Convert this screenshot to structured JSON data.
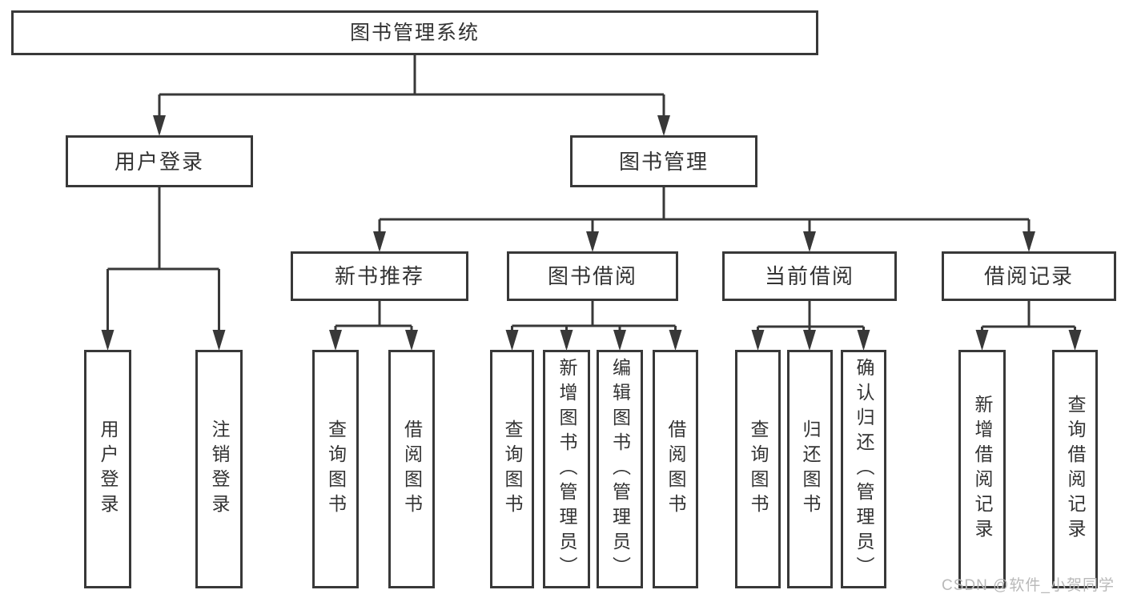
{
  "tree": {
    "label": "图书管理系统",
    "children": [
      {
        "label": "用户登录",
        "children": [
          {
            "label": "用户登录"
          },
          {
            "label": "注销登录"
          }
        ]
      },
      {
        "label": "图书管理",
        "children": [
          {
            "label": "新书推荐",
            "children": [
              {
                "label": "查询图书"
              },
              {
                "label": "借阅图书"
              }
            ]
          },
          {
            "label": "图书借阅",
            "children": [
              {
                "label": "查询图书"
              },
              {
                "label": "新增图书（管理员）"
              },
              {
                "label": "编辑图书（管理员）"
              },
              {
                "label": "借阅图书"
              }
            ]
          },
          {
            "label": "当前借阅",
            "children": [
              {
                "label": "查询图书"
              },
              {
                "label": "归还图书"
              },
              {
                "label": "确认归还（管理员）"
              }
            ]
          },
          {
            "label": "借阅记录",
            "children": [
              {
                "label": "新增借阅记录"
              },
              {
                "label": "查询借阅记录"
              }
            ]
          }
        ]
      }
    ]
  },
  "watermark": {
    "text": "CSDN @软件_小贺同学"
  },
  "colors": {
    "line": "#383838",
    "text": "#333333",
    "watermark": "#b9b9b9",
    "background": "#ffffff"
  }
}
